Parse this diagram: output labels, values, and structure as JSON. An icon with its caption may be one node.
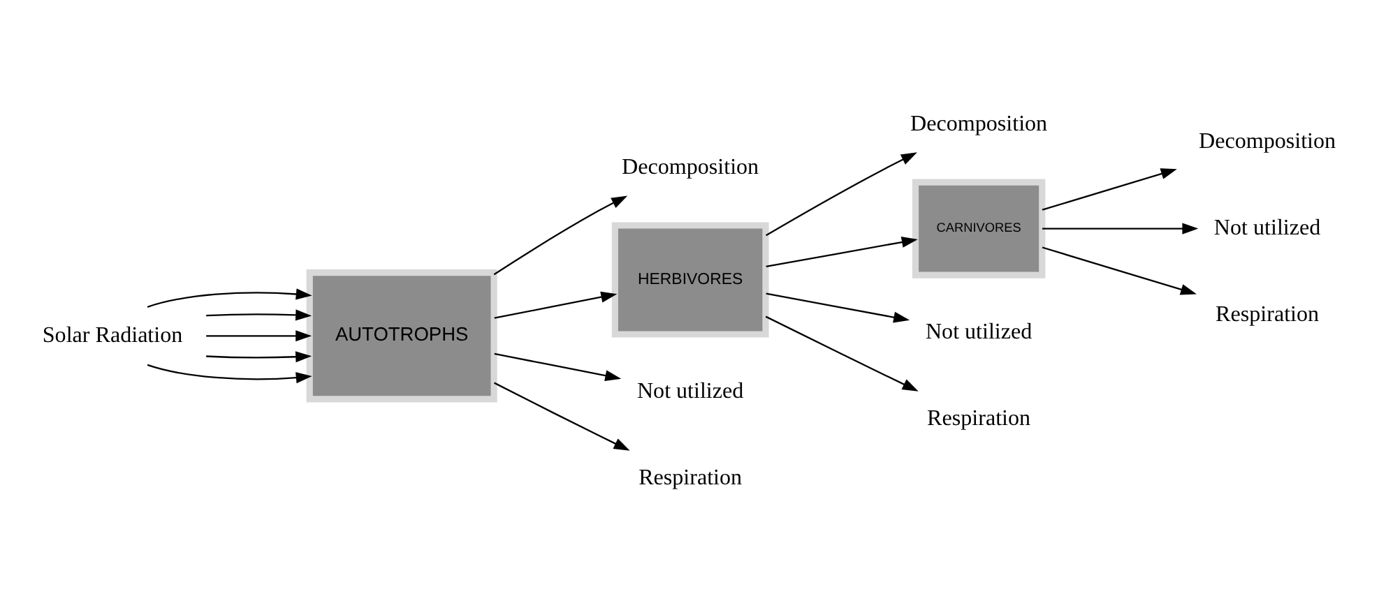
{
  "diagram": {
    "nodes": [
      {
        "text": [
          "Solar Radiation"
        ]
      },
      {
        "text": [
          "AUTOTROPHS"
        ]
      },
      {
        "text": [
          "Decomposition"
        ]
      },
      {
        "text": [
          "HERBIVORES"
        ]
      },
      {
        "text": [
          "Not utilized"
        ]
      },
      {
        "text": [
          "Respiration"
        ]
      },
      {
        "text": [
          "Decomposition"
        ]
      },
      {
        "text": [
          "CARNIVORES"
        ]
      },
      {
        "text": [
          "Not utilized"
        ]
      },
      {
        "text": [
          "Respiration"
        ]
      },
      {
        "text": [
          "Decomposition"
        ]
      },
      {
        "text": [
          "Not utilized"
        ]
      },
      {
        "text": [
          "Respiration"
        ]
      }
    ],
    "edges": [
      {
        "from": 0,
        "to": 1,
        "arrow": "to"
      },
      {
        "from": 0,
        "to": 1,
        "arrow": "to"
      },
      {
        "from": 0,
        "to": 1,
        "arrow": "to"
      },
      {
        "from": 0,
        "to": 1,
        "arrow": "to"
      },
      {
        "from": 0,
        "to": 1,
        "arrow": "to"
      },
      {
        "from": 1,
        "to": 2,
        "arrow": "to"
      },
      {
        "from": 1,
        "to": 3,
        "arrow": "to"
      },
      {
        "from": 1,
        "to": 4,
        "arrow": "to"
      },
      {
        "from": 1,
        "to": 5,
        "arrow": "to"
      },
      {
        "from": 3,
        "to": 6,
        "arrow": "to"
      },
      {
        "from": 3,
        "to": 7,
        "arrow": "to"
      },
      {
        "from": 3,
        "to": 8,
        "arrow": "to"
      },
      {
        "from": 3,
        "to": 9,
        "arrow": "to"
      },
      {
        "from": 7,
        "to": 10,
        "arrow": "to"
      },
      {
        "from": 7,
        "to": 11,
        "arrow": "to"
      },
      {
        "from": 7,
        "to": 12,
        "arrow": "to"
      }
    ]
  }
}
